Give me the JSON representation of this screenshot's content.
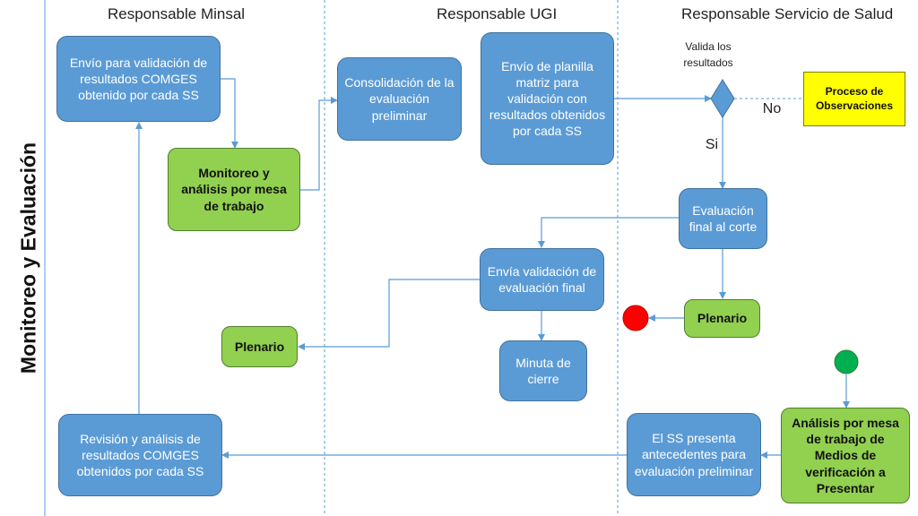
{
  "diagram": {
    "vertical_title": "Monitoreo y Evaluación",
    "lanes": [
      {
        "id": "minsal",
        "title": "Responsable Minsal"
      },
      {
        "id": "ugi",
        "title": "Responsable UGI"
      },
      {
        "id": "ss",
        "title": "Responsable Servicio de Salud"
      }
    ],
    "nodes": {
      "envio_validacion": "Envío para validación de resultados COMGES obtenido por cada SS",
      "monitoreo": "Monitoreo y análisis por mesa de trabajo",
      "consolidacion": "Consolidación de la evaluación preliminar",
      "envio_planilla": "Envío de planilla matriz para validación con resultados obtenidos por cada SS",
      "valida_label": "Valida los resultados",
      "proceso_obs": "Proceso de Observaciones",
      "no_label": "No",
      "si_label": "Si",
      "evaluacion_final": "Evaluación final al corte",
      "envia_validacion_final": "Envía validación de evaluación final",
      "plenario_ss": "Plenario",
      "plenario_minsal": "Plenario",
      "minuta": "Minuta de cierre",
      "revision": "Revisión y análisis de resultados COMGES obtenidos por cada SS",
      "ss_presenta": "El SS presenta antecedentes para evaluación preliminar",
      "analisis_mesa": "Análisis por mesa de trabajo de Medios de verificación a Presentar"
    },
    "colors": {
      "process_blue": "#5b9bd5",
      "process_green": "#92d050",
      "observation_yellow": "#ffff00",
      "end_red": "#ff0000",
      "start_green": "#00b050",
      "arrow": "#5b9bd5",
      "divider": "#5b9bd5"
    }
  }
}
